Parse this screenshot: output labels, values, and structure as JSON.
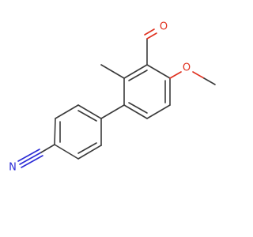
{
  "molecule": {
    "atoms": {
      "aldehyde_oxygen": {
        "symbol": "O",
        "color": "#e0301e"
      },
      "methoxy_oxygen": {
        "symbol": "O",
        "color": "#e0301e"
      },
      "nitrile_nitrogen": {
        "symbol": "N",
        "color": "#2b2bd6"
      }
    },
    "bond_color": "#3a3a3a"
  }
}
